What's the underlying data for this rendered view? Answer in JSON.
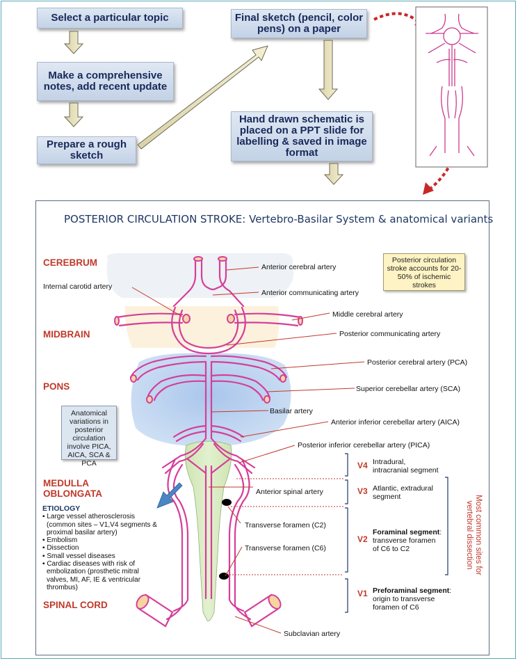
{
  "flow": {
    "step1": "Select a particular topic",
    "step2": "Make a comprehensive notes, add recent update",
    "step3": "Prepare a rough sketch",
    "step4": "Final sketch (pencil, color pens) on a paper",
    "step5": "Hand drawn schematic is placed on a PPT slide for labelling & saved in image format"
  },
  "panel": {
    "title": "POSTERIOR CIRCULATION STROKE: Vertebro-Basilar System & anatomical variants",
    "regions": {
      "cerebrum": "CEREBRUM",
      "midbrain": "MIDBRAIN",
      "pons": "PONS",
      "medulla": "MEDULLA OBLONGATA",
      "spinal": "SPINAL CORD"
    },
    "labels": {
      "aca": "Anterior cerebral artery",
      "ica": "Internal carotid artery",
      "acom": "Anterior communicating artery",
      "mca": "Middle cerebral artery",
      "pcom": "Posterior communicating artery",
      "pca": "Posterior cerebral artery (PCA)",
      "sca": "Superior cerebellar artery (SCA)",
      "basilar": "Basilar artery",
      "aica": "Anterior inferior cerebellar artery (AICA)",
      "pica": "Posterior inferior cerebellar artery (PICA)",
      "asa": "Anterior spinal artery",
      "tf_c2": "Transverse foramen (C2)",
      "tf_c6": "Transverse foramen (C6)",
      "subclavian": "Subclavian artery"
    },
    "note_stroke": "Posterior circulation stroke accounts for 20-50% of ischemic strokes",
    "note_variants": "Anatomical variations in posterior circulation involve PICA, AICA, SCA & PCA",
    "segments": {
      "v4": {
        "code": "V4",
        "text": "Intradural, intracranial segment"
      },
      "v3": {
        "code": "V3",
        "text": "Atlantic, extradural segment"
      },
      "v2": {
        "code": "V2",
        "bold": "Foraminal segment",
        "text": ": transverse foramen of C6 to C2"
      },
      "v1": {
        "code": "V1",
        "bold": "Preforaminal segment",
        "text": ": origin to transverse foramen of C6"
      }
    },
    "dissection_note": "Most common sites for vertebral dissection",
    "etiology": {
      "heading": "ETIOLOGY",
      "items": [
        "Large vessel atherosclerosis (common sites – V1,V4 segments & proximal basilar artery)",
        "Embolism",
        "Dissection",
        "Small vessel diseases",
        "Cardiac diseases with risk of embolization (prosthetic mitral valves, MI, AF, IE & ventricular thrombus)"
      ]
    }
  },
  "colors": {
    "vessel": "#d43f9a",
    "label_red": "#c0392b",
    "box_text": "#18285a",
    "pons_blue": "#c5d7ee",
    "medulla_green": "#d2e8b8"
  }
}
